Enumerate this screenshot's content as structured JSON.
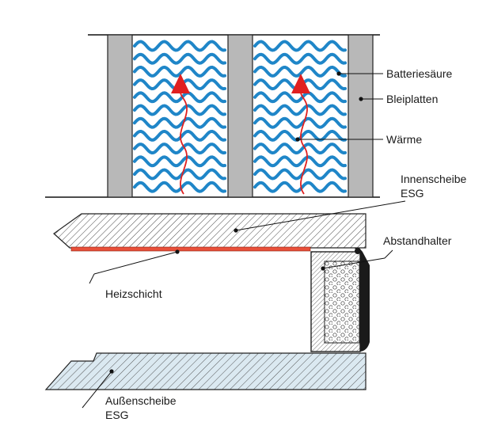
{
  "battery": {
    "labels": {
      "acid": "Batteriesäure",
      "plates": "Bleiplatten",
      "heat": "Wärme"
    },
    "colors": {
      "plate": "#b8b8b8",
      "acid_wave": "#1f86c8",
      "heat_arrow": "#e02020"
    }
  },
  "glass": {
    "labels": {
      "inner_line1": "Innenscheibe",
      "inner_line2": "ESG",
      "spacer": "Abstandhalter",
      "heating_layer": "Heizschicht",
      "outer_line1": "Außenscheibe",
      "outer_line2": "ESG"
    },
    "colors": {
      "heating_layer": "#e8503a",
      "outer_pane_fill": "#dbe9f1",
      "hatch": "#333333",
      "seal": "#1a1a1a"
    }
  }
}
